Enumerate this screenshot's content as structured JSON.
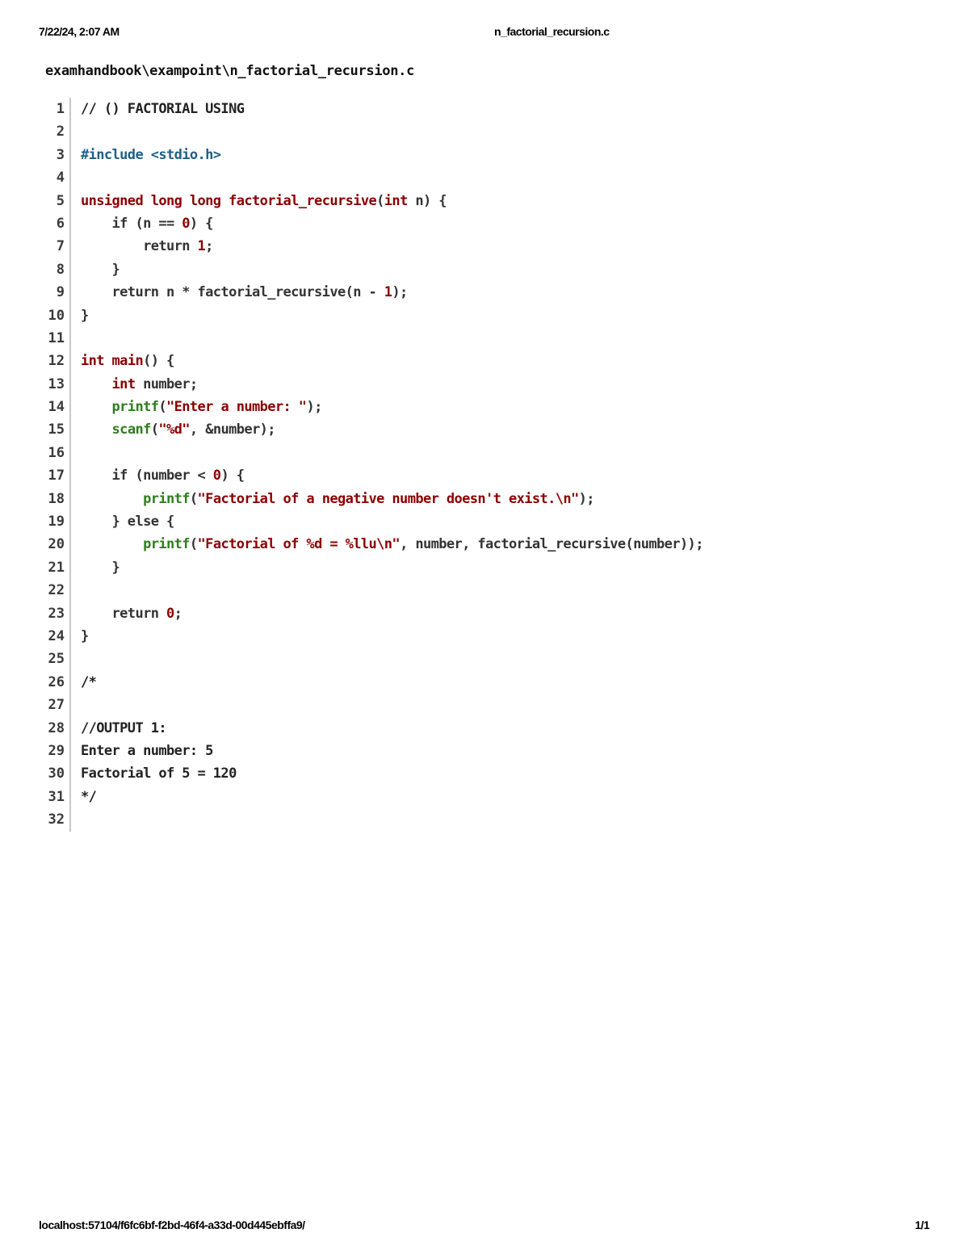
{
  "header": {
    "datetime": "7/22/24, 2:07 AM",
    "title": "n_factorial_recursion.c"
  },
  "file_path": "examhandbook\\exampoint\\n_factorial_recursion.c",
  "footer": {
    "url": "localhost:57104/f6fc6bf-f2bd-46f4-a33d-00d445ebffa9/",
    "page": "1/1"
  },
  "colors": {
    "keyword": "#8b0000",
    "preprocessor": "#1f5f85",
    "library_call": "#2f7d1e",
    "plain": "#333333",
    "gutter_border": "#c8c8c8"
  },
  "code": {
    "lines": [
      {
        "n": "1",
        "tokens": [
          {
            "t": "// () FACTORIAL USING",
            "c": "cmt"
          }
        ]
      },
      {
        "n": "2",
        "tokens": []
      },
      {
        "n": "3",
        "tokens": [
          {
            "t": "#include <stdio.h>",
            "c": "pp"
          }
        ]
      },
      {
        "n": "4",
        "tokens": []
      },
      {
        "n": "5",
        "tokens": [
          {
            "t": "unsigned long long ",
            "c": "kw"
          },
          {
            "t": "factorial_recursive",
            "c": "fn"
          },
          {
            "t": "(",
            "c": "plain"
          },
          {
            "t": "int",
            "c": "kw"
          },
          {
            "t": " n) {",
            "c": "plain"
          }
        ]
      },
      {
        "n": "6",
        "tokens": [
          {
            "t": "    if (n == ",
            "c": "plain"
          },
          {
            "t": "0",
            "c": "num"
          },
          {
            "t": ") {",
            "c": "plain"
          }
        ]
      },
      {
        "n": "7",
        "tokens": [
          {
            "t": "        return ",
            "c": "plain"
          },
          {
            "t": "1",
            "c": "num"
          },
          {
            "t": ";",
            "c": "plain"
          }
        ]
      },
      {
        "n": "8",
        "tokens": [
          {
            "t": "    }",
            "c": "plain"
          }
        ]
      },
      {
        "n": "9",
        "tokens": [
          {
            "t": "    return n * factorial_recursive(n - ",
            "c": "plain"
          },
          {
            "t": "1",
            "c": "num"
          },
          {
            "t": ");",
            "c": "plain"
          }
        ]
      },
      {
        "n": "10",
        "tokens": [
          {
            "t": "}",
            "c": "plain"
          }
        ]
      },
      {
        "n": "11",
        "tokens": []
      },
      {
        "n": "12",
        "tokens": [
          {
            "t": "int ",
            "c": "kw"
          },
          {
            "t": "main",
            "c": "fn"
          },
          {
            "t": "() {",
            "c": "plain"
          }
        ]
      },
      {
        "n": "13",
        "tokens": [
          {
            "t": "    ",
            "c": "plain"
          },
          {
            "t": "int",
            "c": "kw"
          },
          {
            "t": " number;",
            "c": "plain"
          }
        ]
      },
      {
        "n": "14",
        "tokens": [
          {
            "t": "    ",
            "c": "plain"
          },
          {
            "t": "printf",
            "c": "lib"
          },
          {
            "t": "(",
            "c": "plain"
          },
          {
            "t": "\"Enter a number: \"",
            "c": "str"
          },
          {
            "t": ");",
            "c": "plain"
          }
        ]
      },
      {
        "n": "15",
        "tokens": [
          {
            "t": "    ",
            "c": "plain"
          },
          {
            "t": "scanf",
            "c": "lib"
          },
          {
            "t": "(",
            "c": "plain"
          },
          {
            "t": "\"%d\"",
            "c": "str"
          },
          {
            "t": ", &number);",
            "c": "plain"
          }
        ]
      },
      {
        "n": "16",
        "tokens": []
      },
      {
        "n": "17",
        "tokens": [
          {
            "t": "    if (number < ",
            "c": "plain"
          },
          {
            "t": "0",
            "c": "num"
          },
          {
            "t": ") {",
            "c": "plain"
          }
        ]
      },
      {
        "n": "18",
        "tokens": [
          {
            "t": "        ",
            "c": "plain"
          },
          {
            "t": "printf",
            "c": "lib"
          },
          {
            "t": "(",
            "c": "plain"
          },
          {
            "t": "\"Factorial of a negative number doesn't exist.\\n\"",
            "c": "str"
          },
          {
            "t": ");",
            "c": "plain"
          }
        ]
      },
      {
        "n": "19",
        "tokens": [
          {
            "t": "    } else {",
            "c": "plain"
          }
        ]
      },
      {
        "n": "20",
        "tokens": [
          {
            "t": "        ",
            "c": "plain"
          },
          {
            "t": "printf",
            "c": "lib"
          },
          {
            "t": "(",
            "c": "plain"
          },
          {
            "t": "\"Factorial of %d = %llu\\n\"",
            "c": "str"
          },
          {
            "t": ", number, factorial_recursive(number));",
            "c": "plain"
          }
        ]
      },
      {
        "n": "21",
        "tokens": [
          {
            "t": "    }",
            "c": "plain"
          }
        ]
      },
      {
        "n": "22",
        "tokens": []
      },
      {
        "n": "23",
        "tokens": [
          {
            "t": "    return ",
            "c": "plain"
          },
          {
            "t": "0",
            "c": "num"
          },
          {
            "t": ";",
            "c": "plain"
          }
        ]
      },
      {
        "n": "24",
        "tokens": [
          {
            "t": "}",
            "c": "plain"
          }
        ]
      },
      {
        "n": "25",
        "tokens": []
      },
      {
        "n": "26",
        "tokens": [
          {
            "t": "/*",
            "c": "cmt"
          }
        ]
      },
      {
        "n": "27",
        "tokens": []
      },
      {
        "n": "28",
        "tokens": [
          {
            "t": "//OUTPUT 1:",
            "c": "cmt"
          }
        ]
      },
      {
        "n": "29",
        "tokens": [
          {
            "t": "Enter a number: 5",
            "c": "cmt"
          }
        ]
      },
      {
        "n": "30",
        "tokens": [
          {
            "t": "Factorial of 5 = 120",
            "c": "cmt"
          }
        ]
      },
      {
        "n": "31",
        "tokens": [
          {
            "t": "*/",
            "c": "cmt"
          }
        ]
      },
      {
        "n": "32",
        "tokens": []
      }
    ]
  }
}
